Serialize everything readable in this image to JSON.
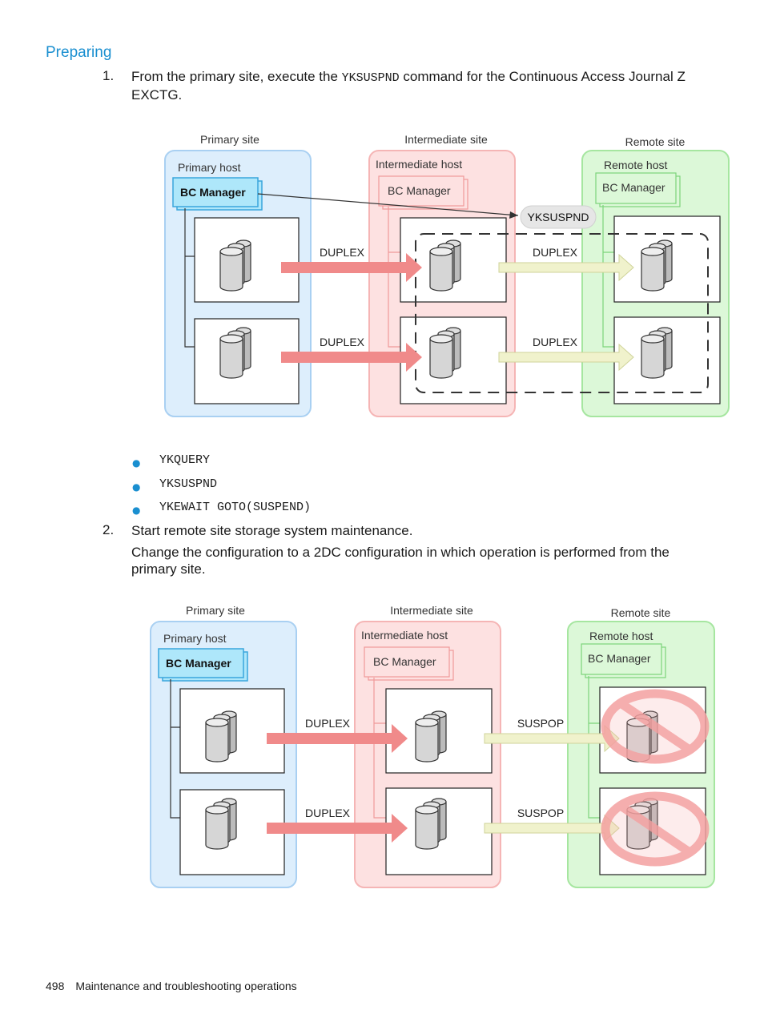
{
  "section": {
    "heading": "Preparing"
  },
  "step1": {
    "number": "1.",
    "text_before": "From the primary site, execute the ",
    "command": "YKSUSPND",
    "text_after": " command for the Continuous Access Journal Z",
    "text_line2": "EXCTG."
  },
  "diagram1": {
    "sites": {
      "primary": "Primary site",
      "intermediate": "Intermediate site",
      "remote": "Remote site"
    },
    "hosts": {
      "primary": "Primary host",
      "intermediate": "Intermediate host",
      "remote": "Remote host"
    },
    "bc_manager": "BC Manager",
    "command_bubble": "YKSUSPND",
    "pair_status": {
      "left_top": "DUPLEX",
      "left_bottom": "DUPLEX",
      "right_top": "DUPLEX",
      "right_bottom": "DUPLEX"
    }
  },
  "bullets": [
    "YKQUERY",
    "YKSUSPND",
    "YKEWAIT GOTO(SUSPEND)"
  ],
  "step2": {
    "number": "2.",
    "text": "Start remote site storage system maintenance.",
    "para_line1": "Change the configuration to a 2DC configuration in which operation is performed from the",
    "para_line2": "primary site."
  },
  "diagram2": {
    "sites": {
      "primary": "Primary site",
      "intermediate": "Intermediate site",
      "remote": "Remote site"
    },
    "hosts": {
      "primary": "Primary host",
      "intermediate": "Intermediate host",
      "remote": "Remote host"
    },
    "bc_manager": "BC Manager",
    "pair_status": {
      "left_top": "DUPLEX",
      "left_bottom": "DUPLEX",
      "right_top": "SUSPOP",
      "right_bottom": "SUSPOP"
    }
  },
  "footer": {
    "page_number": "498",
    "title": "Maintenance and troubleshooting operations"
  },
  "colors": {
    "heading": "#1a8fd0",
    "primary_site_fill": "#ddeefc",
    "intermediate_site_fill": "#fde1e1",
    "remote_site_fill": "#dcf8d8",
    "bc_manager_fill": "#aee7fa",
    "duplex_arrow": "#f08a8a",
    "journal_arrow": "#f0f2cc",
    "prohibit_sign": "#f4a8a8"
  }
}
